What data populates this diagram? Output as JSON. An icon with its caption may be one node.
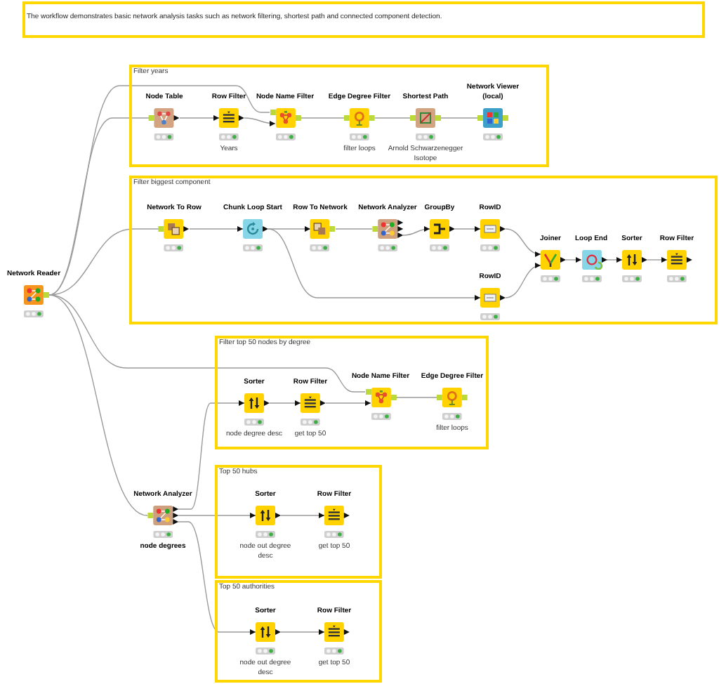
{
  "diagram": {
    "nodes": [
      {
        "text": [
          "The workflow demonstrates basic network analysis tasks such as network filtering, shortest path and connected component detection."
        ]
      },
      {
        "text": [
          "Filter years"
        ]
      },
      {
        "text": [
          "Node Table"
        ],
        "in": 1
      },
      {
        "text": [
          "Row Filter"
        ],
        "in": 1,
        "beside": [
          "Years"
        ]
      },
      {
        "text": [
          "Node Name Filter"
        ],
        "in": 1
      },
      {
        "text": [
          "Edge Degree Filter"
        ],
        "in": 1,
        "beside": [
          "filter loops"
        ]
      },
      {
        "text": [
          "Shortest Path"
        ],
        "in": 1,
        "beside": [
          "Arnold Schwarzenegger Isotope"
        ]
      },
      {
        "text": [
          "Network Viewer (local)"
        ],
        "in": 1
      },
      {
        "text": [
          "Network Reader"
        ]
      },
      {
        "text": [
          "Filter biggest component"
        ]
      },
      {
        "text": [
          "Network To Row"
        ],
        "in": 9
      },
      {
        "text": [
          "Chunk Loop Start"
        ],
        "in": 9
      },
      {
        "text": [
          "Row To Network"
        ],
        "in": 9
      },
      {
        "text": [
          "Network Analyzer"
        ],
        "in": 9
      },
      {
        "text": [
          "GroupBy"
        ],
        "in": 9
      },
      {
        "text": [
          "RowID"
        ],
        "in": 9
      },
      {
        "text": [
          "RowID"
        ],
        "in": 9
      },
      {
        "text": [
          "Joiner"
        ],
        "in": 9
      },
      {
        "text": [
          "Loop End"
        ],
        "in": 9
      },
      {
        "text": [
          "Sorter"
        ],
        "in": 9
      },
      {
        "text": [
          "Row Filter"
        ],
        "in": 9
      },
      {
        "text": [
          "Filter top 50 nodes by degree"
        ]
      },
      {
        "text": [
          "Sorter"
        ],
        "in": 21,
        "beside": [
          "node degree desc"
        ]
      },
      {
        "text": [
          "Row Filter"
        ],
        "in": 21,
        "beside": [
          "get top 50"
        ]
      },
      {
        "text": [
          "Node Name Filter"
        ],
        "in": 21
      },
      {
        "text": [
          "Edge Degree Filter"
        ],
        "in": 21,
        "beside": [
          "filter loops"
        ]
      },
      {
        "text": [
          "Network Analyzer"
        ],
        "beside": [
          "node degrees"
        ]
      },
      {
        "text": [
          "Top 50 hubs"
        ]
      },
      {
        "text": [
          "Sorter"
        ],
        "in": 27,
        "beside": [
          "node out degree desc"
        ]
      },
      {
        "text": [
          "Row Filter"
        ],
        "in": 27,
        "beside": [
          "get top 50"
        ]
      },
      {
        "text": [
          "Top 50 authorities"
        ]
      },
      {
        "text": [
          "Sorter"
        ],
        "in": 30,
        "beside": [
          "node out degree desc"
        ]
      },
      {
        "text": [
          "Row Filter"
        ],
        "in": 30,
        "beside": [
          "get top 50"
        ]
      }
    ],
    "edges": [
      {
        "from": 8,
        "to": 2,
        "arrow": "none"
      },
      {
        "from": 8,
        "to": 4,
        "arrow": "none"
      },
      {
        "from": 8,
        "to": 10,
        "arrow": "none"
      },
      {
        "from": 8,
        "to": 24,
        "arrow": "none"
      },
      {
        "from": 8,
        "to": 26,
        "arrow": "none"
      },
      {
        "from": 2,
        "to": 3,
        "arrow": "to"
      },
      {
        "from": 3,
        "to": 4,
        "arrow": "to"
      },
      {
        "from": 4,
        "to": 5,
        "arrow": "none"
      },
      {
        "from": 5,
        "to": 6,
        "arrow": "none"
      },
      {
        "from": 6,
        "to": 7,
        "arrow": "none"
      },
      {
        "from": 10,
        "to": 11,
        "arrow": "to"
      },
      {
        "from": 11,
        "to": 12,
        "arrow": "to"
      },
      {
        "from": 11,
        "to": 16,
        "arrow": "to"
      },
      {
        "from": 12,
        "to": 13,
        "arrow": "none"
      },
      {
        "from": 13,
        "to": 14,
        "arrow": "to"
      },
      {
        "from": 14,
        "to": 15,
        "arrow": "to"
      },
      {
        "from": 15,
        "to": 17,
        "arrow": "to"
      },
      {
        "from": 16,
        "to": 17,
        "arrow": "to"
      },
      {
        "from": 17,
        "to": 18,
        "arrow": "to"
      },
      {
        "from": 18,
        "to": 19,
        "arrow": "to"
      },
      {
        "from": 19,
        "to": 20,
        "arrow": "to"
      },
      {
        "from": 26,
        "to": 22,
        "arrow": "to"
      },
      {
        "from": 22,
        "to": 23,
        "arrow": "to"
      },
      {
        "from": 23,
        "to": 24,
        "arrow": "to"
      },
      {
        "from": 24,
        "to": 25,
        "arrow": "none"
      },
      {
        "from": 26,
        "to": 28,
        "arrow": "to"
      },
      {
        "from": 26,
        "to": 31,
        "arrow": "to"
      },
      {
        "from": 28,
        "to": 29,
        "arrow": "to"
      },
      {
        "from": 31,
        "to": 32,
        "arrow": "to"
      }
    ]
  }
}
